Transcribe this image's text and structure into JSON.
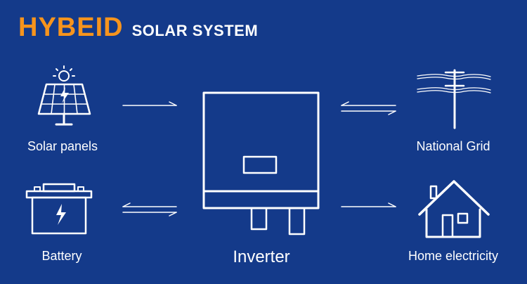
{
  "header": {
    "brand": "HYBEID",
    "subtitle": "SOLAR SYSTEM"
  },
  "colors": {
    "background": "#143a8a",
    "brand": "#f7941d",
    "foreground": "#ffffff"
  },
  "nodes": {
    "solar": {
      "label": "Solar panels",
      "icon": "solar-panel-icon"
    },
    "battery": {
      "label": "Battery",
      "icon": "battery-icon"
    },
    "inverter": {
      "label": "Inverter",
      "icon": "inverter-icon"
    },
    "grid": {
      "label": "National Grid",
      "icon": "power-pole-icon"
    },
    "home": {
      "label": "Home electricity",
      "icon": "house-icon"
    }
  },
  "flows": [
    {
      "from": "solar",
      "to": "inverter",
      "direction": "one-way"
    },
    {
      "from": "battery",
      "to": "inverter",
      "direction": "two-way"
    },
    {
      "from": "inverter",
      "to": "grid",
      "direction": "two-way"
    },
    {
      "from": "inverter",
      "to": "home",
      "direction": "one-way"
    }
  ]
}
